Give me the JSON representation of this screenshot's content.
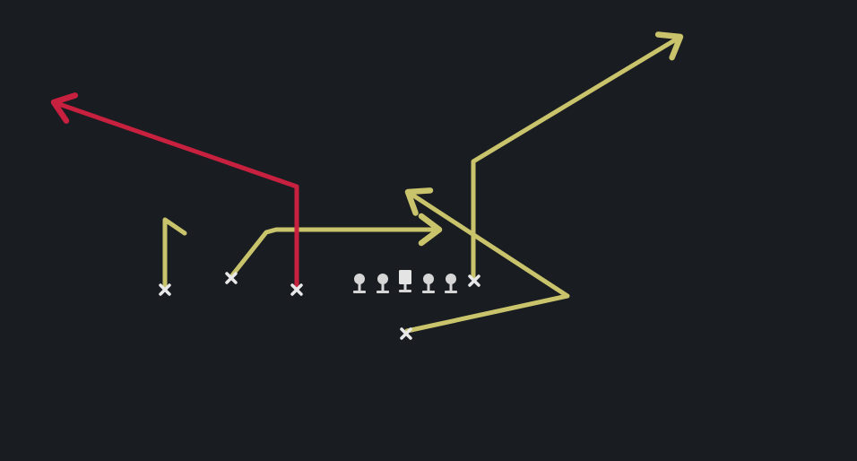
{
  "play": {
    "colors": {
      "background": "#191c21",
      "route_primary": "#c9c46c",
      "route_highlight": "#c8203f",
      "player_mark": "#e8e8e8",
      "lineman": "#d6d6d6"
    },
    "players": [
      {
        "id": "wr-left",
        "symbol": "x-marker"
      },
      {
        "id": "slot-left",
        "symbol": "x-marker"
      },
      {
        "id": "te-left",
        "symbol": "x-marker"
      },
      {
        "id": "te-right",
        "symbol": "x-marker"
      },
      {
        "id": "running-back",
        "symbol": "x-marker"
      }
    ],
    "linemen": [
      {
        "id": "left-tackle",
        "symbol": "helmet"
      },
      {
        "id": "left-guard",
        "symbol": "helmet"
      },
      {
        "id": "center",
        "symbol": "center-square"
      },
      {
        "id": "right-guard",
        "symbol": "helmet"
      },
      {
        "id": "right-tackle",
        "symbol": "helmet"
      }
    ],
    "routes": [
      {
        "id": "hitch-route",
        "player": "wr-left",
        "color": "route_primary"
      },
      {
        "id": "drag-route",
        "player": "slot-left",
        "color": "route_primary"
      },
      {
        "id": "corner-route",
        "player": "te-left",
        "color": "route_highlight"
      },
      {
        "id": "post-route",
        "player": "te-right",
        "color": "route_primary"
      },
      {
        "id": "wheel-route",
        "player": "running-back",
        "color": "route_primary"
      }
    ]
  }
}
